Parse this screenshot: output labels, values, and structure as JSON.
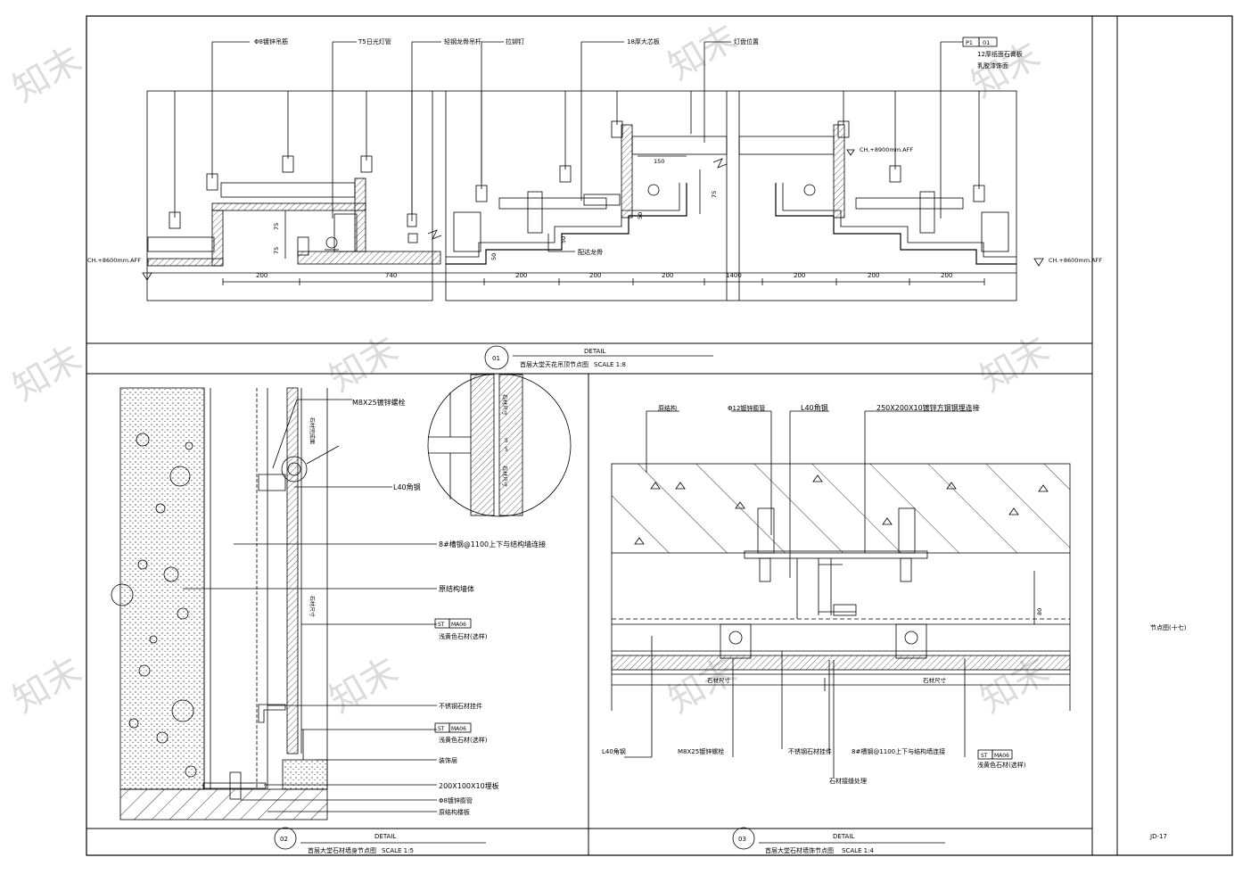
{
  "sheet": {
    "number": "JD-17",
    "title": "节点图(十七)"
  },
  "watermark": "知末",
  "detail1": {
    "no": "01",
    "word": "DETAIL",
    "name": "首层大堂天花吊顶节点图",
    "scale": "SCALE 1:8",
    "callouts": [
      "Φ8镀锌吊筋",
      "T5日光灯管",
      "轻钢龙骨吊杆",
      "拉铆钉",
      "18厚大芯板",
      "灯盘位置"
    ],
    "right_code": "P1",
    "right_num": "01",
    "right_text1": "12厚纸面石膏板",
    "right_text2": "乳胶漆饰面",
    "ch_left": "CH.+8600mm.AFF",
    "ch_right": "CH.+8600mm.AFF",
    "ch_mid": "CH.+8900mm.AFF",
    "bottom_note": "配达龙骨",
    "dims": [
      "200",
      "740",
      "200",
      "200",
      "200",
      "1400",
      "200",
      "200",
      "200"
    ],
    "dims_small": [
      "75",
      "75",
      "50",
      "50",
      "150",
      "75",
      "50"
    ]
  },
  "detail2": {
    "no": "02",
    "word": "DETAIL",
    "name": "首层大堂石材墙身节点图",
    "scale": "SCALE 1:5",
    "labels": [
      "M8X25镀锌螺栓",
      "L40角钢",
      "8#槽钢@1100上下与结构墙连接",
      "原结构墙体",
      "浅黄色石材(选样)",
      "不锈钢石材挂件",
      "浅黄色石材(选样)",
      "装饰层",
      "200X100X10埋板",
      "Φ8镀锌膨管",
      "原结构楼板"
    ],
    "st1_code": "ST",
    "st1_num": "MA06",
    "st2_code": "ST",
    "st2_num": "MA06",
    "vert_labels": [
      "石材完成面",
      "石材尺寸",
      "石材尺寸"
    ],
    "circle_labels": [
      "石材尺寸",
      "5",
      "5",
      "石材尺寸"
    ]
  },
  "detail3": {
    "no": "03",
    "word": "DETAIL",
    "name": "首层大堂石材墙饰节点图",
    "scale": "SCALE 1:4",
    "top_labels": [
      "原结构",
      "Φ12镀锌膨管",
      "L40角钢",
      "250X200X10镀锌方钢钢埋连接"
    ],
    "bottom_labels": [
      "L40角钢",
      "M8X25镀锌螺栓",
      "不锈钢石材挂件",
      "8#槽钢@1100上下与结构墙连接",
      "石材接缝处理"
    ],
    "dims": [
      "石材尺寸",
      "石材尺寸",
      "80"
    ],
    "st_code": "ST",
    "st_num": "MA06",
    "st_text": "浅黄色石材(选样)"
  }
}
